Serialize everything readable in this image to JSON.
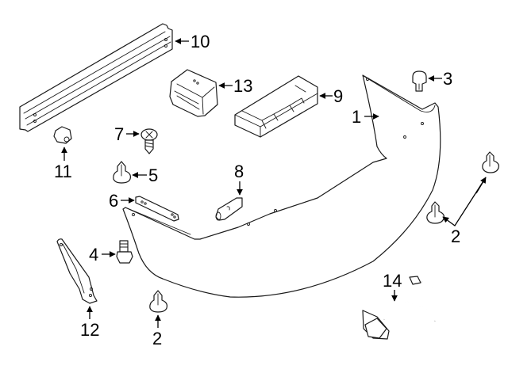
{
  "diagram": {
    "title": "Rear bumper components exploded parts diagram",
    "line_color": "#1a1a1a",
    "background_color": "#ffffff",
    "parts": [
      {
        "id": "bumper-cover",
        "callout": "1"
      },
      {
        "id": "push-clip-right-upper",
        "callout": "2"
      },
      {
        "id": "push-clip-right-lower",
        "callout": "2"
      },
      {
        "id": "push-clip-bottom",
        "callout": "2"
      },
      {
        "id": "grommet",
        "callout": "3"
      },
      {
        "id": "bolt",
        "callout": "4"
      },
      {
        "id": "push-clip",
        "callout": "5"
      },
      {
        "id": "side-bracket",
        "callout": "6"
      },
      {
        "id": "screw",
        "callout": "7"
      },
      {
        "id": "bracket-8",
        "callout": "8"
      },
      {
        "id": "energy-absorber",
        "callout": "9"
      },
      {
        "id": "reinforcement-beam",
        "callout": "10"
      },
      {
        "id": "nut",
        "callout": "11"
      },
      {
        "id": "lower-bracket",
        "callout": "12"
      },
      {
        "id": "mount-bracket",
        "callout": "13"
      },
      {
        "id": "wire-harness",
        "callout": "14"
      }
    ]
  }
}
